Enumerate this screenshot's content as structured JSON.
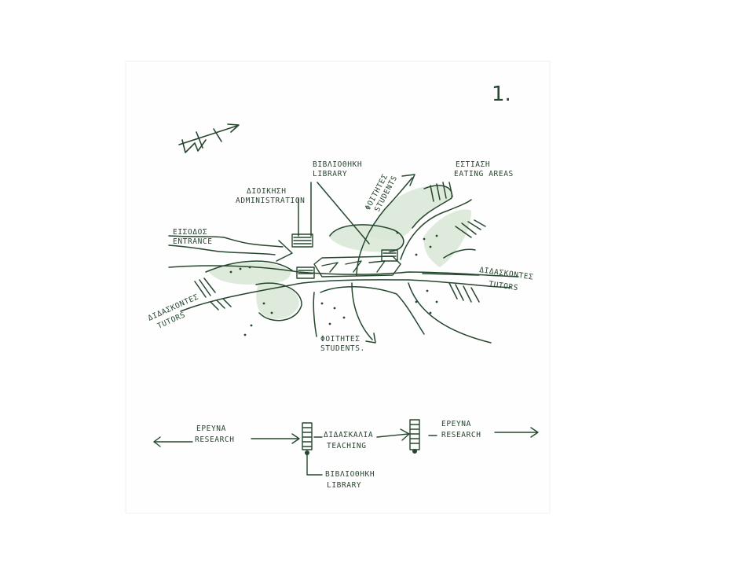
{
  "sheet": {
    "number": "1.",
    "colors": {
      "ink": "#26462e",
      "wash": "#d8e8d6",
      "paper": "#ffffff"
    }
  },
  "site_sketch": {
    "library_gr": "ΒΙΒΛΙΟΘΗΚΗ",
    "library_en": "LIBRARY",
    "administration_gr": "ΔΙΟΙΚΗΣΗ",
    "administration_en": "ADMINISTRATION",
    "entrance_gr": "ΕΙΣΟΔΟΣ",
    "entrance_en": "ENTRANCE",
    "students_top_gr": "ΦΟΙΤΗΤΕΣ",
    "students_top_en": "STUDENTS",
    "eating_gr": "ΕΣΤΙΑΣΗ",
    "eating_en": "EATING AREAS",
    "tutors_right_gr": "ΔΙΔΑΣΚΟΝΤΕΣ",
    "tutors_right_en": "TUTORS",
    "tutors_left_gr": "ΔΙΔΑΣΚΟΝΤΕΣ",
    "tutors_left_en": "TUTORS",
    "students_bottom_gr": "ΦΟΙΤΗΤΕΣ",
    "students_bottom_en": "STUDENTS."
  },
  "schema": {
    "research_left_gr": "ΕΡΕΥΝΑ",
    "research_left_en": "RESEARCH",
    "teaching_gr": "ΔΙΔΑΣΚΑΛΙΑ",
    "teaching_en": "TEACHING",
    "research_right_gr": "ΕΡΕΥΝΑ",
    "research_right_en": "RESEARCH",
    "library_gr": "ΒΙΒΛΙΟΘΗΚΗ",
    "library_en": "LIBRARY"
  }
}
